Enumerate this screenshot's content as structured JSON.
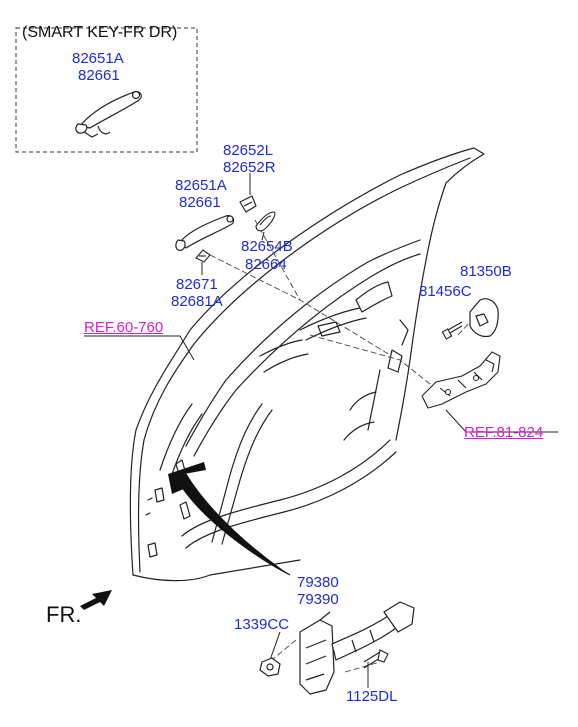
{
  "inset": {
    "title": "(SMART KEY-FR DR)",
    "part_a": "82651A",
    "part_b": "82661"
  },
  "labels": {
    "handle_a": "82651A",
    "handle_b": "82661",
    "cover_l": "82652L",
    "cover_r": "82652R",
    "gasket_a": "82654B",
    "gasket_b": "82664",
    "bracket_a": "82671",
    "bracket_b": "82681A",
    "latch_a": "81350B",
    "latch_screw": "81456C",
    "checker_a": "79380",
    "checker_b": "79390",
    "nut": "1339CC",
    "bolt": "1125DL"
  },
  "refs": {
    "door_panel": "REF.60-760",
    "latch_assy": "REF.81-824"
  },
  "direction": {
    "label": "FR."
  },
  "colors": {
    "part_number": "#1f2bd6",
    "reference": "#d61fd6",
    "line": "#222222"
  }
}
